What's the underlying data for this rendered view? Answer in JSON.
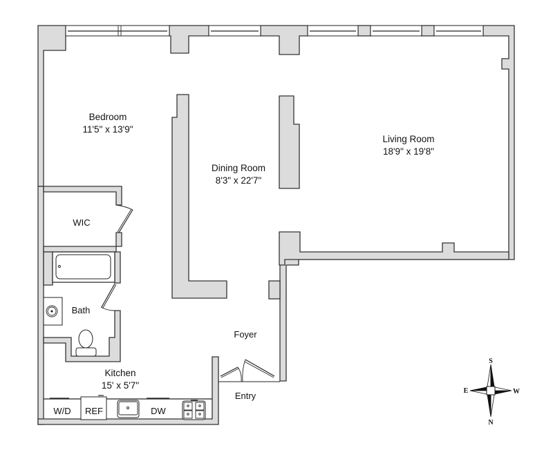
{
  "floorplan": {
    "rooms": [
      {
        "id": "bedroom",
        "name": "Bedroom",
        "dimensions": "11'5\" x 13'9\""
      },
      {
        "id": "dining",
        "name": "Dining Room",
        "dimensions": "8'3\" x 22'7\""
      },
      {
        "id": "living",
        "name": "Living Room",
        "dimensions": "18'9\" x 19'8\""
      },
      {
        "id": "wic",
        "name": "WIC"
      },
      {
        "id": "bath",
        "name": "Bath"
      },
      {
        "id": "kitchen",
        "name": "Kitchen",
        "dimensions": "15' x 5'7\""
      },
      {
        "id": "foyer",
        "name": "Foyer"
      },
      {
        "id": "entry",
        "name": "Entry"
      }
    ],
    "appliances": {
      "washer_dryer": "W/D",
      "refrigerator": "REF",
      "dishwasher": "DW"
    },
    "compass": {
      "top": "S",
      "bottom": "N",
      "left": "E",
      "right": "W"
    },
    "colors": {
      "wall_fill": "#dcdcdc",
      "wall_stroke": "#333333",
      "background": "#ffffff"
    }
  }
}
